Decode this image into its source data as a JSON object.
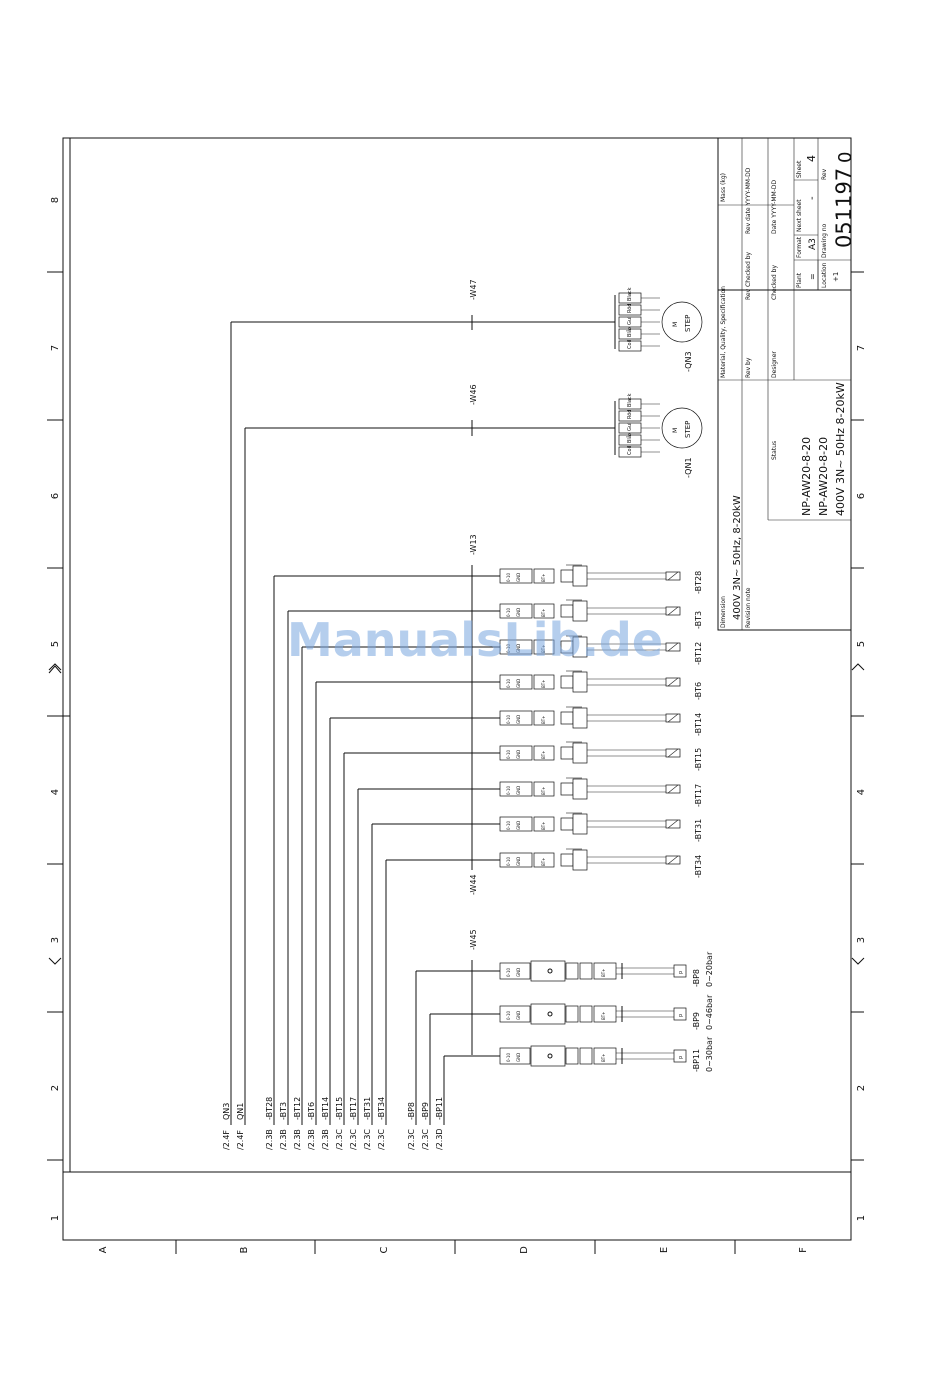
{
  "watermark": "ManualsLib.de",
  "frame": {
    "row_labels": [
      "1",
      "2",
      "3",
      "4",
      "5",
      "6",
      "7",
      "8"
    ],
    "col_labels": [
      "A",
      "B",
      "C",
      "D",
      "E",
      "F"
    ]
  },
  "title_block": {
    "drawing_no": "051197",
    "rev": "0",
    "rev_label": "Rev",
    "sheet_label": "Sheet",
    "sheet": "4",
    "next_sheet_label": "Next sheet",
    "next_sheet": "-",
    "format_label": "Format",
    "format": "A3",
    "plant_label": "Plant",
    "plant": "=",
    "location_label": "Location",
    "location": "+1",
    "drawing_no_label": "Drawing no",
    "title_lines": [
      "NP-AW20-8-20",
      "NP-AW20-8-20",
      "400V 3N~ 50Hz 8-20kW"
    ],
    "dimension_label": "Dimension",
    "dimension": "400V 3N~ 50Hz, 8-20kW",
    "revision_note_label": "Revision note",
    "status_label": "Status",
    "designer_label": "Designer",
    "checked_by_label": "Checked by",
    "date_label": "Date YYYY-MM-DD",
    "rev_by_label": "Rev by",
    "rev_checked_by_label": "Rev Checked by",
    "rev_date_label": "Rev date YYYY-MM-DD",
    "material_label": "Material, Quality, Specification",
    "mass_label": "Mass (kg)"
  },
  "cables": [
    "-W47",
    "-W46",
    "-W13",
    "-W44",
    "-W45"
  ],
  "step_motors": [
    {
      "name": "-QN3",
      "label": "M STEP",
      "pins": [
        "Coil1Kopp",
        "Blå",
        "Gul",
        "Röd",
        "Black"
      ],
      "ref": "/2.4F",
      "ref_name": "QN3"
    },
    {
      "name": "-QN1",
      "label": "M STEP",
      "pins": [
        "Coil1Kopp",
        "Blå",
        "Gul",
        "Röd",
        "Black"
      ],
      "ref": "/2.4F",
      "ref_name": "QN1"
    }
  ],
  "sensors": [
    {
      "name": "-BT28",
      "ref": "/2.3B"
    },
    {
      "name": "-BT3",
      "ref": "/2.3B"
    },
    {
      "name": "-BT12",
      "ref": "/2.3B"
    },
    {
      "name": "-BT6",
      "ref": "/2.3B"
    },
    {
      "name": "-BT14",
      "ref": "/2.3B"
    },
    {
      "name": "-BT15",
      "ref": "/2.3C"
    },
    {
      "name": "-BT17",
      "ref": "/2.3C"
    },
    {
      "name": "-BT31",
      "ref": "/2.3C"
    },
    {
      "name": "-BT34",
      "ref": "/2.3C"
    }
  ],
  "pressure_sensors": [
    {
      "name": "-BP8",
      "range": "0~20bar",
      "ref": "/2.3C"
    },
    {
      "name": "-BP9",
      "range": "0~46bar",
      "ref": "/2.3C"
    },
    {
      "name": "-BP11",
      "range": "0~30bar",
      "ref": "/2.3D"
    }
  ],
  "pin_labels": [
    "0-10",
    "BT+",
    "GND"
  ]
}
